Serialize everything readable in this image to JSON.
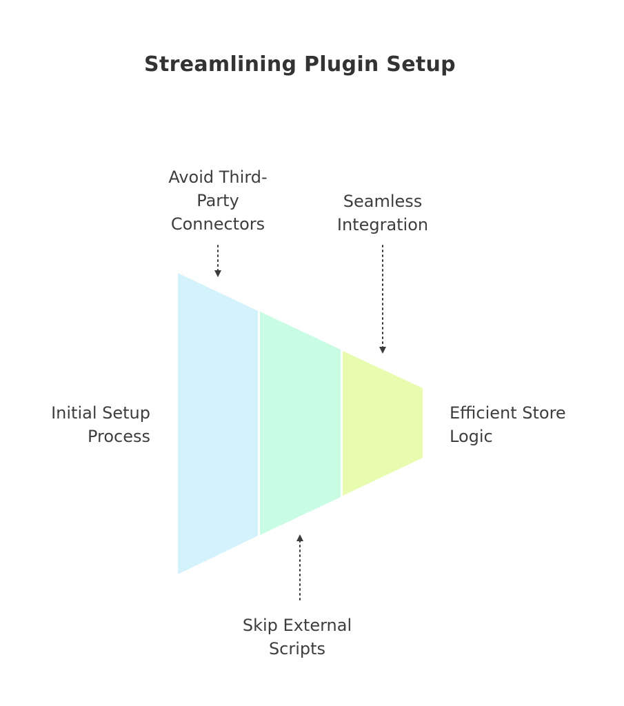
{
  "title": "Streamlining Plugin Setup",
  "stages": [
    {
      "name": "stage-1",
      "color": "#d3f2fc"
    },
    {
      "name": "stage-2",
      "color": "#c8fce3"
    },
    {
      "name": "stage-3",
      "color": "#e8fcb0"
    }
  ],
  "labels": {
    "initial": "Initial Setup\nProcess",
    "efficient": "Efficient Store\nLogic",
    "avoid": "Avoid Third-\nParty\nConnectors",
    "seamless": "Seamless\nIntegration",
    "skip": "Skip External\nScripts"
  },
  "colors": {
    "arrow": "#3a3a3a",
    "text": "#3d3d3d"
  }
}
